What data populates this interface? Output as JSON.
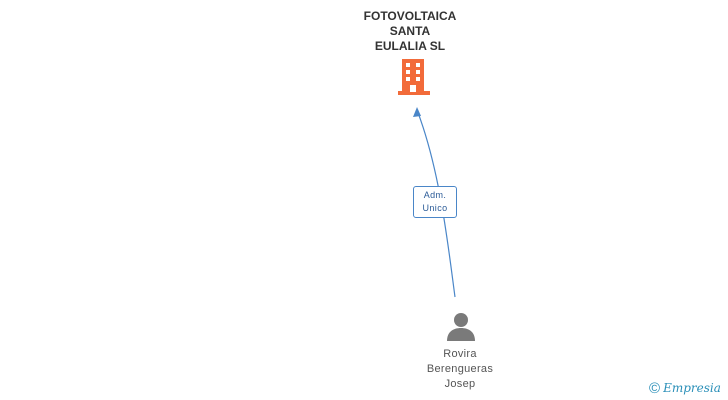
{
  "company": {
    "name_lines": [
      "FOTOVOLTAICA",
      "SANTA",
      "EULALIA SL"
    ],
    "icon": "building-icon",
    "icon_color": "#f26b3a"
  },
  "relation": {
    "label_lines": [
      "Adm.",
      "Unico"
    ],
    "color": "#4a86c8"
  },
  "person": {
    "name_lines": [
      "Rovira",
      "Berengueras",
      "Josep"
    ],
    "icon": "person-icon",
    "icon_color": "#7a7a7a"
  },
  "brand": {
    "copyright_symbol": "©",
    "name": "Empresia",
    "color": "#2a8fb8"
  }
}
